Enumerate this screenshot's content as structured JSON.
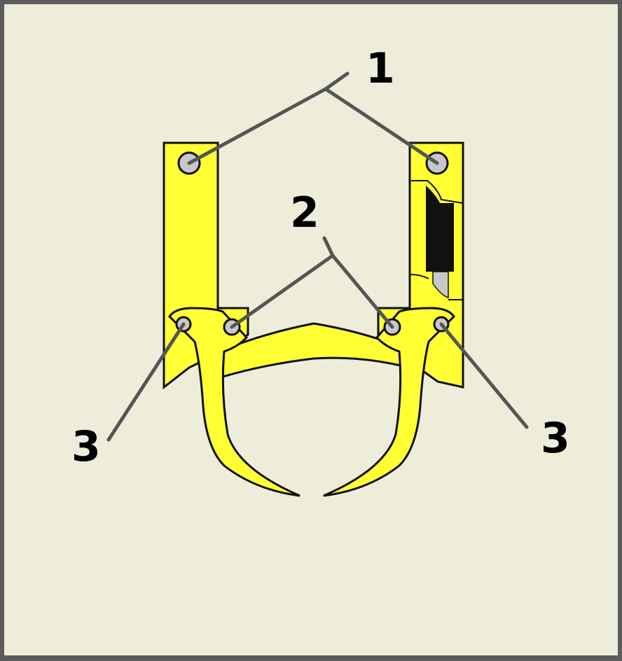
{
  "colors": {
    "background": "#eeedda",
    "frame_border": "#5c5c5c",
    "part_fill": "#ffff33",
    "outline": "#111111",
    "pin_fill": "#c8c8c8",
    "leader_line": "#555555",
    "label": "#000000"
  },
  "labels": {
    "pivot_pins": "1",
    "center_pins": "2",
    "outer_pins": "3"
  }
}
